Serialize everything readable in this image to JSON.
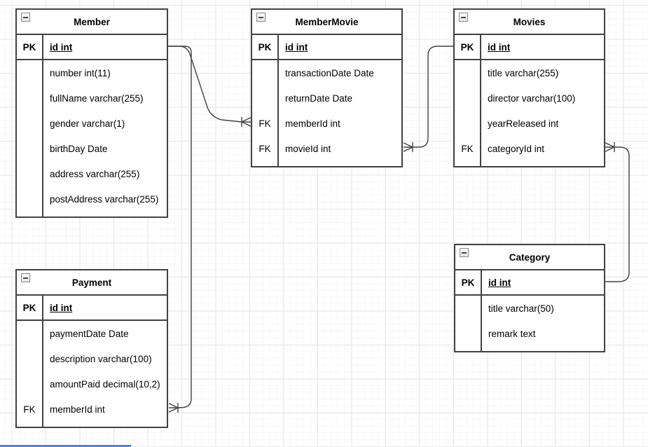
{
  "diagram": {
    "tables": [
      {
        "title": "Member",
        "pk_label": "PK",
        "pk_field": "id int",
        "rows": [
          {
            "key": "",
            "field": "number int(11)"
          },
          {
            "key": "",
            "field": "fullName varchar(255)"
          },
          {
            "key": "",
            "field": "gender varchar(1)"
          },
          {
            "key": "",
            "field": "birthDay Date"
          },
          {
            "key": "",
            "field": "address varchar(255)"
          },
          {
            "key": "",
            "field": "postAddress varchar(255)"
          }
        ]
      },
      {
        "title": "MemberMovie",
        "pk_label": "PK",
        "pk_field": "id int",
        "rows": [
          {
            "key": "",
            "field": "transactionDate Date"
          },
          {
            "key": "",
            "field": "returnDate Date"
          },
          {
            "key": "FK",
            "field": "memberId int"
          },
          {
            "key": "FK",
            "field": "movieId int"
          }
        ]
      },
      {
        "title": "Movies",
        "pk_label": "PK",
        "pk_field": "id int",
        "rows": [
          {
            "key": "",
            "field": "title varchar(255)"
          },
          {
            "key": "",
            "field": "director varchar(100)"
          },
          {
            "key": "",
            "field": "yearReleased int"
          },
          {
            "key": "FK",
            "field": "categoryId int"
          }
        ]
      },
      {
        "title": "Payment",
        "pk_label": "PK",
        "pk_field": "id int",
        "rows": [
          {
            "key": "",
            "field": "paymentDate Date"
          },
          {
            "key": "",
            "field": "description varchar(100)"
          },
          {
            "key": "",
            "field": "amountPaid decimal(10,2)"
          },
          {
            "key": "FK",
            "field": "memberId int"
          }
        ]
      },
      {
        "title": "Category",
        "pk_label": "PK",
        "pk_field": "id int",
        "rows": [
          {
            "key": "",
            "field": "title varchar(50)"
          },
          {
            "key": "",
            "field": "remark text"
          }
        ]
      }
    ],
    "relationships": [
      {
        "from": "Member.id",
        "to": "MemberMovie.memberId",
        "type": "one-to-many"
      },
      {
        "from": "Member.id",
        "to": "Payment.memberId",
        "type": "one-to-many"
      },
      {
        "from": "Movies.id",
        "to": "MemberMovie.movieId",
        "type": "one-to-many"
      },
      {
        "from": "Category.id",
        "to": "Movies.categoryId",
        "type": "one-to-many"
      }
    ]
  },
  "colors": {
    "table_border": "#424242",
    "edge": "#424242",
    "grid_major": "#e7e7e7",
    "grid_minor": "#f7f7f7",
    "page_line": "#4285f4"
  }
}
